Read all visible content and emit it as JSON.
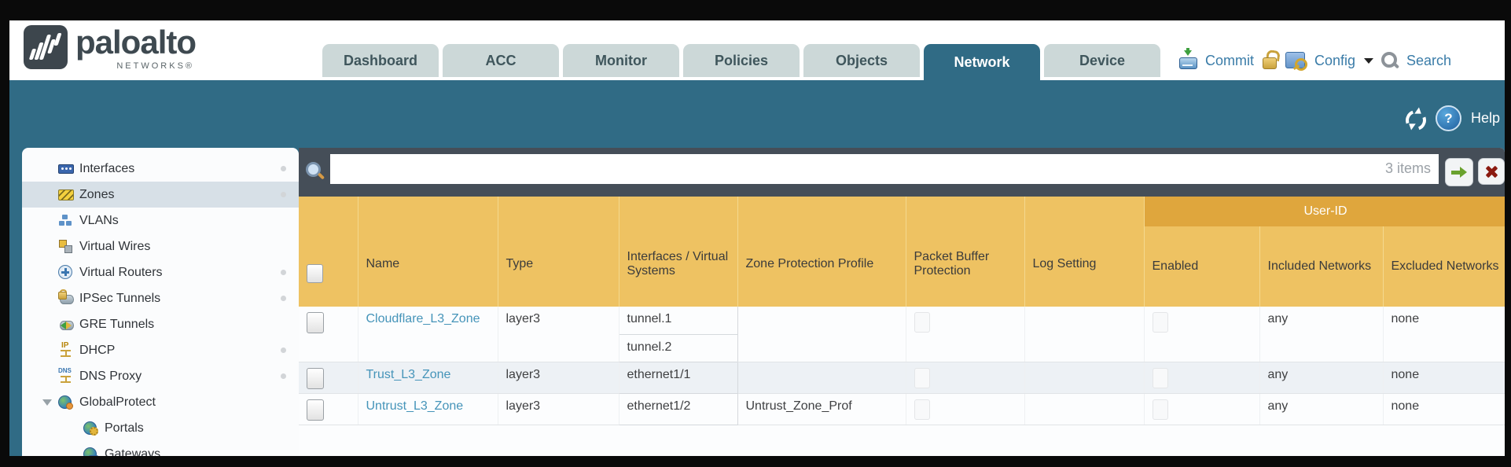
{
  "brand": {
    "name": "paloalto",
    "sub": "NETWORKS®"
  },
  "tabs": [
    {
      "label": "Dashboard",
      "active": false
    },
    {
      "label": "ACC",
      "active": false
    },
    {
      "label": "Monitor",
      "active": false
    },
    {
      "label": "Policies",
      "active": false
    },
    {
      "label": "Objects",
      "active": false
    },
    {
      "label": "Network",
      "active": true
    },
    {
      "label": "Device",
      "active": false
    }
  ],
  "quicklinks": {
    "commit": "Commit",
    "config": "Config",
    "search": "Search"
  },
  "band": {
    "help": "Help"
  },
  "sidebar": {
    "items": [
      {
        "label": "Interfaces",
        "icon": "interfaces-icon",
        "dot": true,
        "selected": false,
        "level": 0
      },
      {
        "label": "Zones",
        "icon": "zones-icon",
        "dot": true,
        "selected": true,
        "level": 0
      },
      {
        "label": "VLANs",
        "icon": "vlans-icon",
        "dot": false,
        "selected": false,
        "level": 0
      },
      {
        "label": "Virtual Wires",
        "icon": "virtual-wires-icon",
        "dot": false,
        "selected": false,
        "level": 0
      },
      {
        "label": "Virtual Routers",
        "icon": "virtual-routers-icon",
        "dot": true,
        "selected": false,
        "level": 0
      },
      {
        "label": "IPSec Tunnels",
        "icon": "ipsec-tunnels-icon",
        "dot": true,
        "selected": false,
        "level": 0
      },
      {
        "label": "GRE Tunnels",
        "icon": "gre-tunnels-icon",
        "dot": false,
        "selected": false,
        "level": 0
      },
      {
        "label": "DHCP",
        "icon": "dhcp-icon",
        "dot": true,
        "selected": false,
        "level": 0
      },
      {
        "label": "DNS Proxy",
        "icon": "dns-proxy-icon",
        "dot": true,
        "selected": false,
        "level": 0
      },
      {
        "label": "GlobalProtect",
        "icon": "globalprotect-icon",
        "dot": false,
        "selected": false,
        "level": 0,
        "expanded": true
      },
      {
        "label": "Portals",
        "icon": "portals-icon",
        "dot": false,
        "selected": false,
        "level": 1
      },
      {
        "label": "Gateways",
        "icon": "gateways-icon",
        "dot": false,
        "selected": false,
        "level": 1
      }
    ]
  },
  "toolbar": {
    "items_count": "3 items",
    "filter_value": ""
  },
  "table": {
    "group_header": "User-ID",
    "columns": [
      "Name",
      "Type",
      "Interfaces / Virtual Systems",
      "Zone Protection Profile",
      "Packet Buffer Protection",
      "Log Setting",
      "Enabled",
      "Included Networks",
      "Excluded Networks"
    ],
    "rows": [
      {
        "name": "Cloudflare_L3_Zone",
        "type": "layer3",
        "interfaces": [
          "tunnel.1",
          "tunnel.2"
        ],
        "zone_protection_profile": "",
        "packet_buffer_protection": false,
        "log_setting": "",
        "enabled": false,
        "included_networks": "any",
        "excluded_networks": "none"
      },
      {
        "name": "Trust_L3_Zone",
        "type": "layer3",
        "interfaces": [
          "ethernet1/1"
        ],
        "zone_protection_profile": "",
        "packet_buffer_protection": false,
        "log_setting": "",
        "enabled": false,
        "included_networks": "any",
        "excluded_networks": "none"
      },
      {
        "name": "Untrust_L3_Zone",
        "type": "layer3",
        "interfaces": [
          "ethernet1/2"
        ],
        "zone_protection_profile": "Untrust_Zone_Prof",
        "packet_buffer_protection": false,
        "log_setting": "",
        "enabled": false,
        "included_networks": "any",
        "excluded_networks": "none"
      }
    ]
  },
  "colors": {
    "accent_teal": "#306b85",
    "header_orange": "#eec262",
    "userid_band": "#dfa63d",
    "searchrow_slate": "#454e58",
    "link_blue": "#4594b9",
    "topnav_link": "#3a7ca8"
  }
}
